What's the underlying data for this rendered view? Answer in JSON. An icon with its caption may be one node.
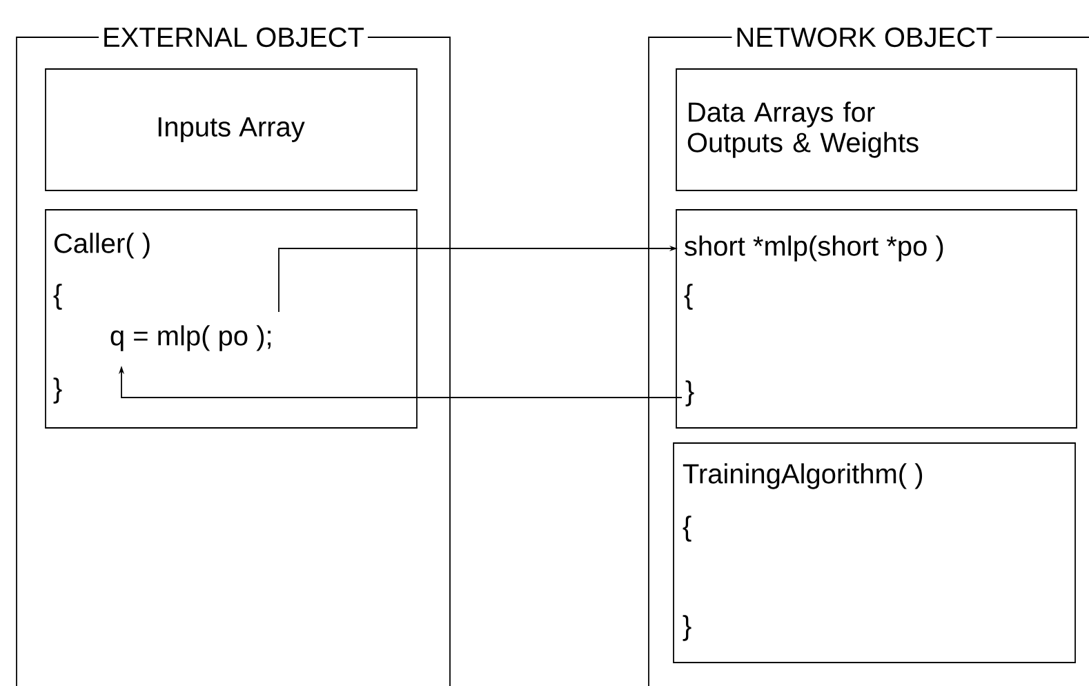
{
  "diagram": {
    "nodes": [
      {
        "text": [
          "EXTERNAL OBJECT"
        ]
      },
      {
        "text": [
          "Inputs Array"
        ],
        "in": 0
      },
      {
        "text": [
          "Caller( )",
          "{",
          "q = mlp( po );",
          "}"
        ],
        "in": 0
      },
      {
        "text": [
          "NETWORK OBJECT"
        ]
      },
      {
        "text": [
          "Data Arrays for Outputs & Weights"
        ],
        "in": 3
      },
      {
        "text": [
          "short *mlp(short *po )",
          "{",
          "}"
        ],
        "in": 3
      },
      {
        "text": [
          "TrainingAlgorithm( )",
          "{",
          "}"
        ],
        "in": 3
      }
    ],
    "edges": [
      {
        "from": 2,
        "to": 5,
        "arrow": "to"
      },
      {
        "from": 5,
        "to": 2,
        "arrow": "to"
      }
    ]
  }
}
